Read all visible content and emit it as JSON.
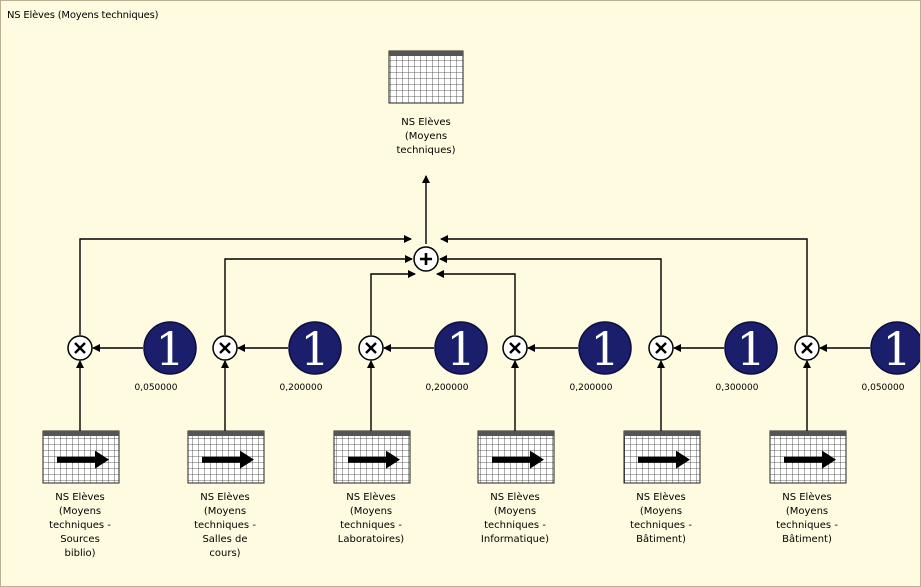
{
  "title": "NS Elèves (Moyens techniques)",
  "output": {
    "label_lines": [
      "NS Elèves",
      "(Moyens",
      "techniques)"
    ]
  },
  "colors": {
    "background": "#fffbe0",
    "constant_fill": "#1b1f6b",
    "line": "#000000"
  },
  "inputs": [
    {
      "label_lines": [
        "NS Elèves",
        "(Moyens",
        "techniques -",
        "Sources",
        "biblio)"
      ],
      "weight": "1",
      "weight_value": "0,050000"
    },
    {
      "label_lines": [
        "NS Elèves",
        "(Moyens",
        "techniques -",
        "Salles de",
        "cours)"
      ],
      "weight": "1",
      "weight_value": "0,200000"
    },
    {
      "label_lines": [
        "NS Elèves",
        "(Moyens",
        "techniques -",
        "Laboratoires)"
      ],
      "weight": "1",
      "weight_value": "0,200000"
    },
    {
      "label_lines": [
        "NS Elèves",
        "(Moyens",
        "techniques -",
        "Informatique)"
      ],
      "weight": "1",
      "weight_value": "0,200000"
    },
    {
      "label_lines": [
        "NS Elèves",
        "(Moyens",
        "techniques -",
        "Bâtiment)"
      ],
      "weight": "1",
      "weight_value": "0,300000"
    },
    {
      "label_lines": [
        "NS Elèves",
        "(Moyens",
        "techniques -",
        "Bâtiment)"
      ],
      "weight": "1",
      "weight_value": "0,050000"
    }
  ]
}
